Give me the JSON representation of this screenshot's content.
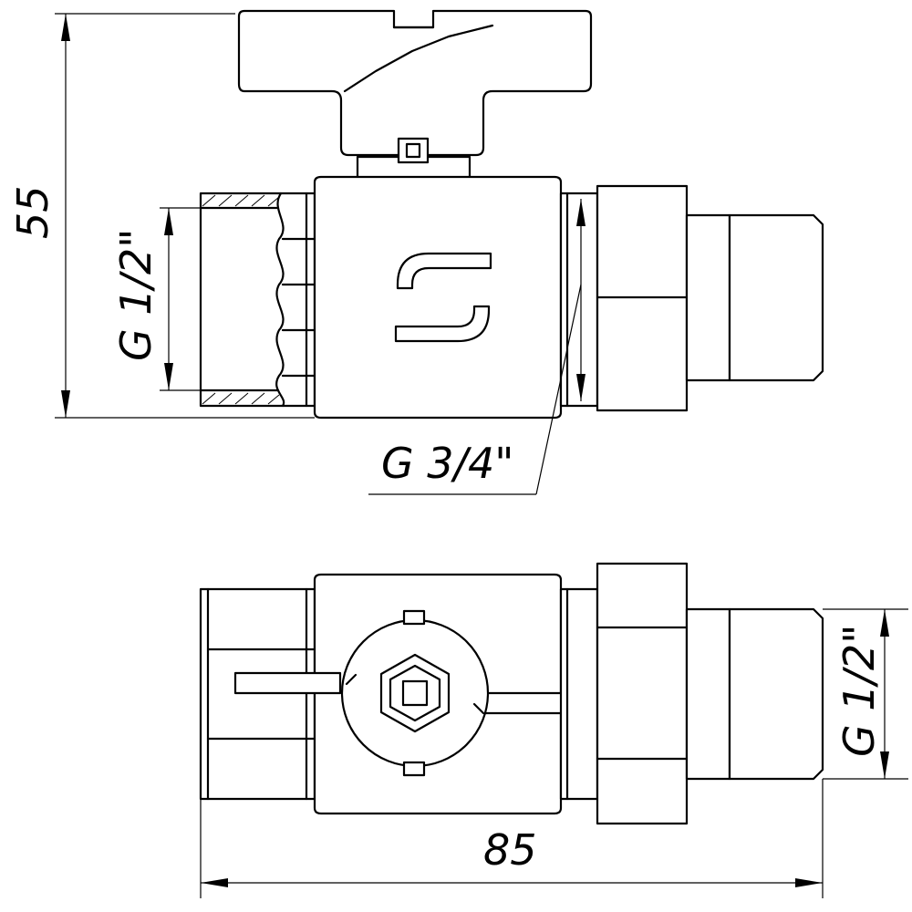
{
  "dimensions": {
    "height": "55",
    "inlet_thread": "G 1/2\"",
    "union_thread": "G 3/4\"",
    "outlet_thread": "G 1/2\"",
    "length": "85"
  },
  "colors": {
    "line": "#000000",
    "background": "#ffffff"
  },
  "icons": [
    "brand-logo-icon",
    "hex-nut-icon"
  ]
}
